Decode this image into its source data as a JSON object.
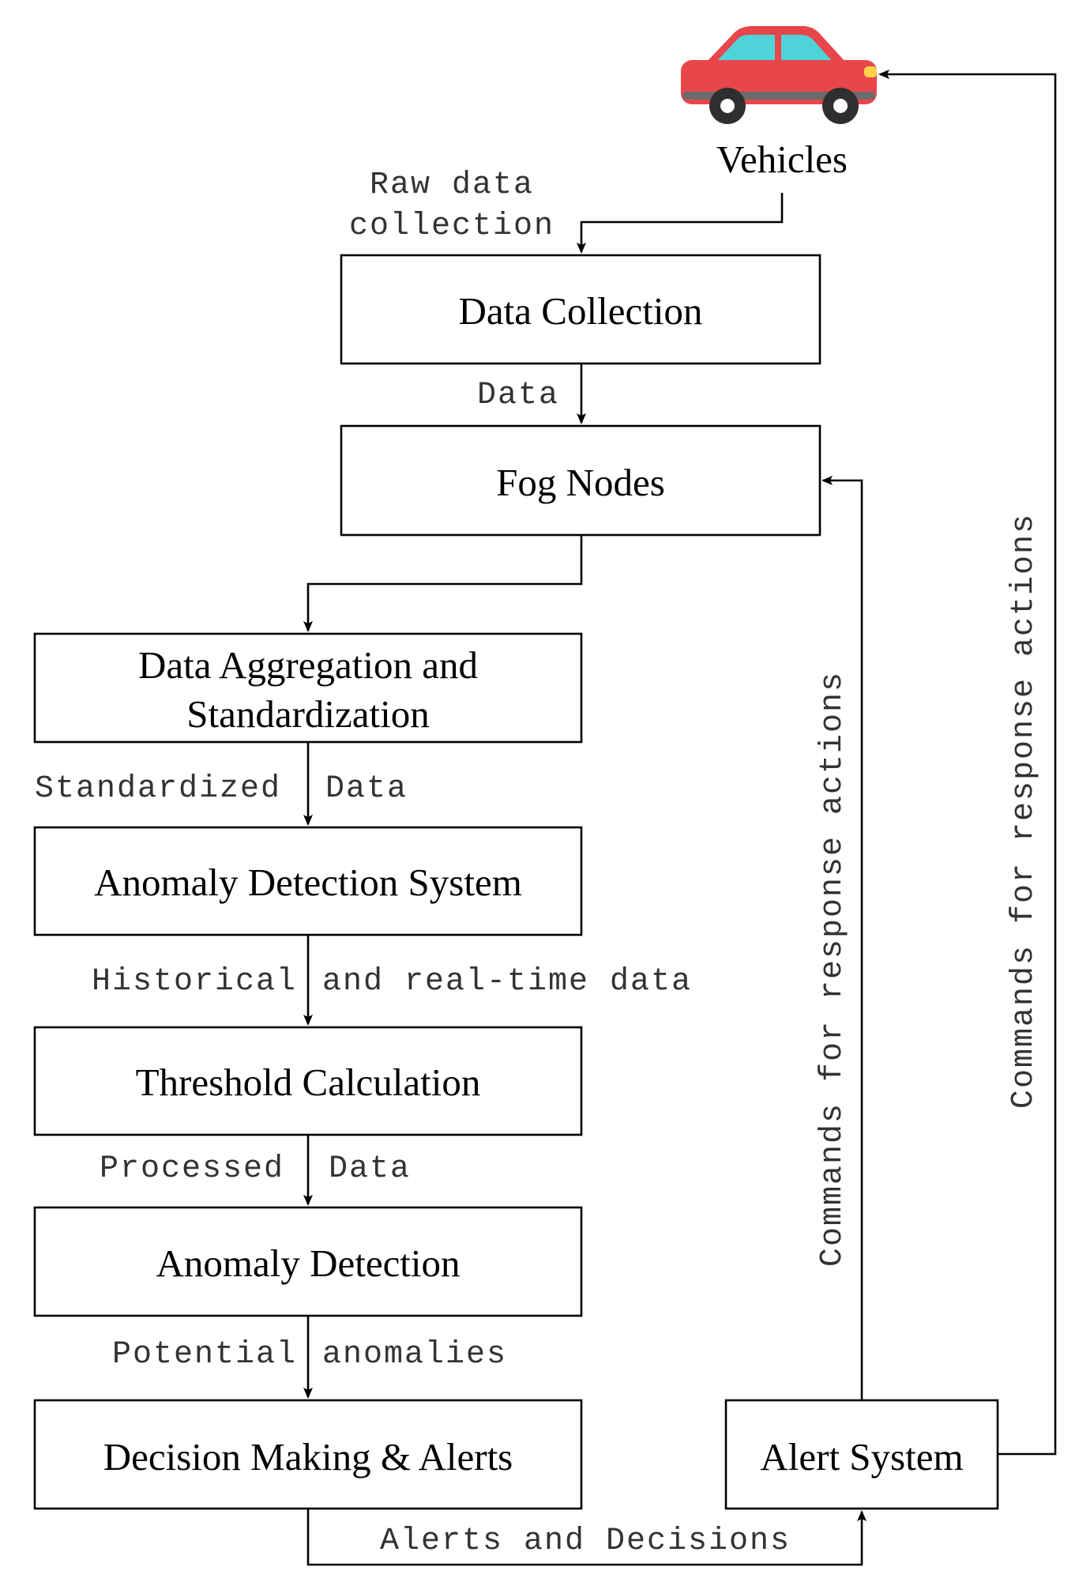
{
  "nodes": {
    "vehicles": "Vehicles",
    "data_collection": "Data Collection",
    "fog_nodes": "Fog Nodes",
    "aggregation_line1": "Data Aggregation and",
    "aggregation_line2": "Standardization",
    "anomaly_detection_system": "Anomaly Detection System",
    "threshold_calculation": "Threshold Calculation",
    "anomaly_detection": "Anomaly Detection",
    "decision_making": "Decision Making & Alerts",
    "alert_system": "Alert System"
  },
  "edges": {
    "raw_data_line1": "Raw data",
    "raw_data_line2": "collection",
    "data": "Data",
    "standardized_left": "Standardized",
    "standardized_right": "Data",
    "historical_left": "Historical",
    "historical_right": "and real-time data",
    "processed_left": "Processed",
    "processed_right": "Data",
    "potential_left": "Potential",
    "potential_right": "anomalies",
    "alerts_and_decisions": "Alerts and Decisions",
    "commands_to_fog": "Commands for response actions",
    "commands_to_vehicles": "Commands for response actions"
  },
  "icons": {
    "vehicle": "car-icon"
  },
  "colors": {
    "car_body": "#e8464a",
    "car_window": "#4fd3d8",
    "lines": "#000000"
  }
}
